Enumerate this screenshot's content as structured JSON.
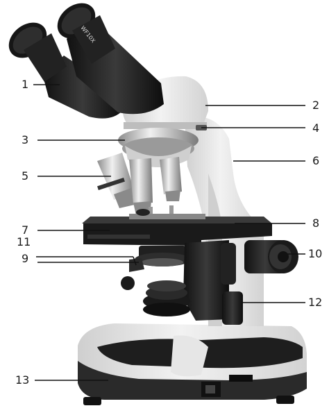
{
  "diagram": {
    "colors": {
      "body": "#e9e9e9",
      "dark": "#1c1c1c",
      "chrome": "#b9b9b9",
      "line": "#111111"
    },
    "callouts": [
      "1",
      "2",
      "3",
      "4",
      "5",
      "6",
      "7",
      "8",
      "9",
      "10",
      "11",
      "12",
      "13"
    ],
    "eyepiece_text": "WF10X"
  }
}
